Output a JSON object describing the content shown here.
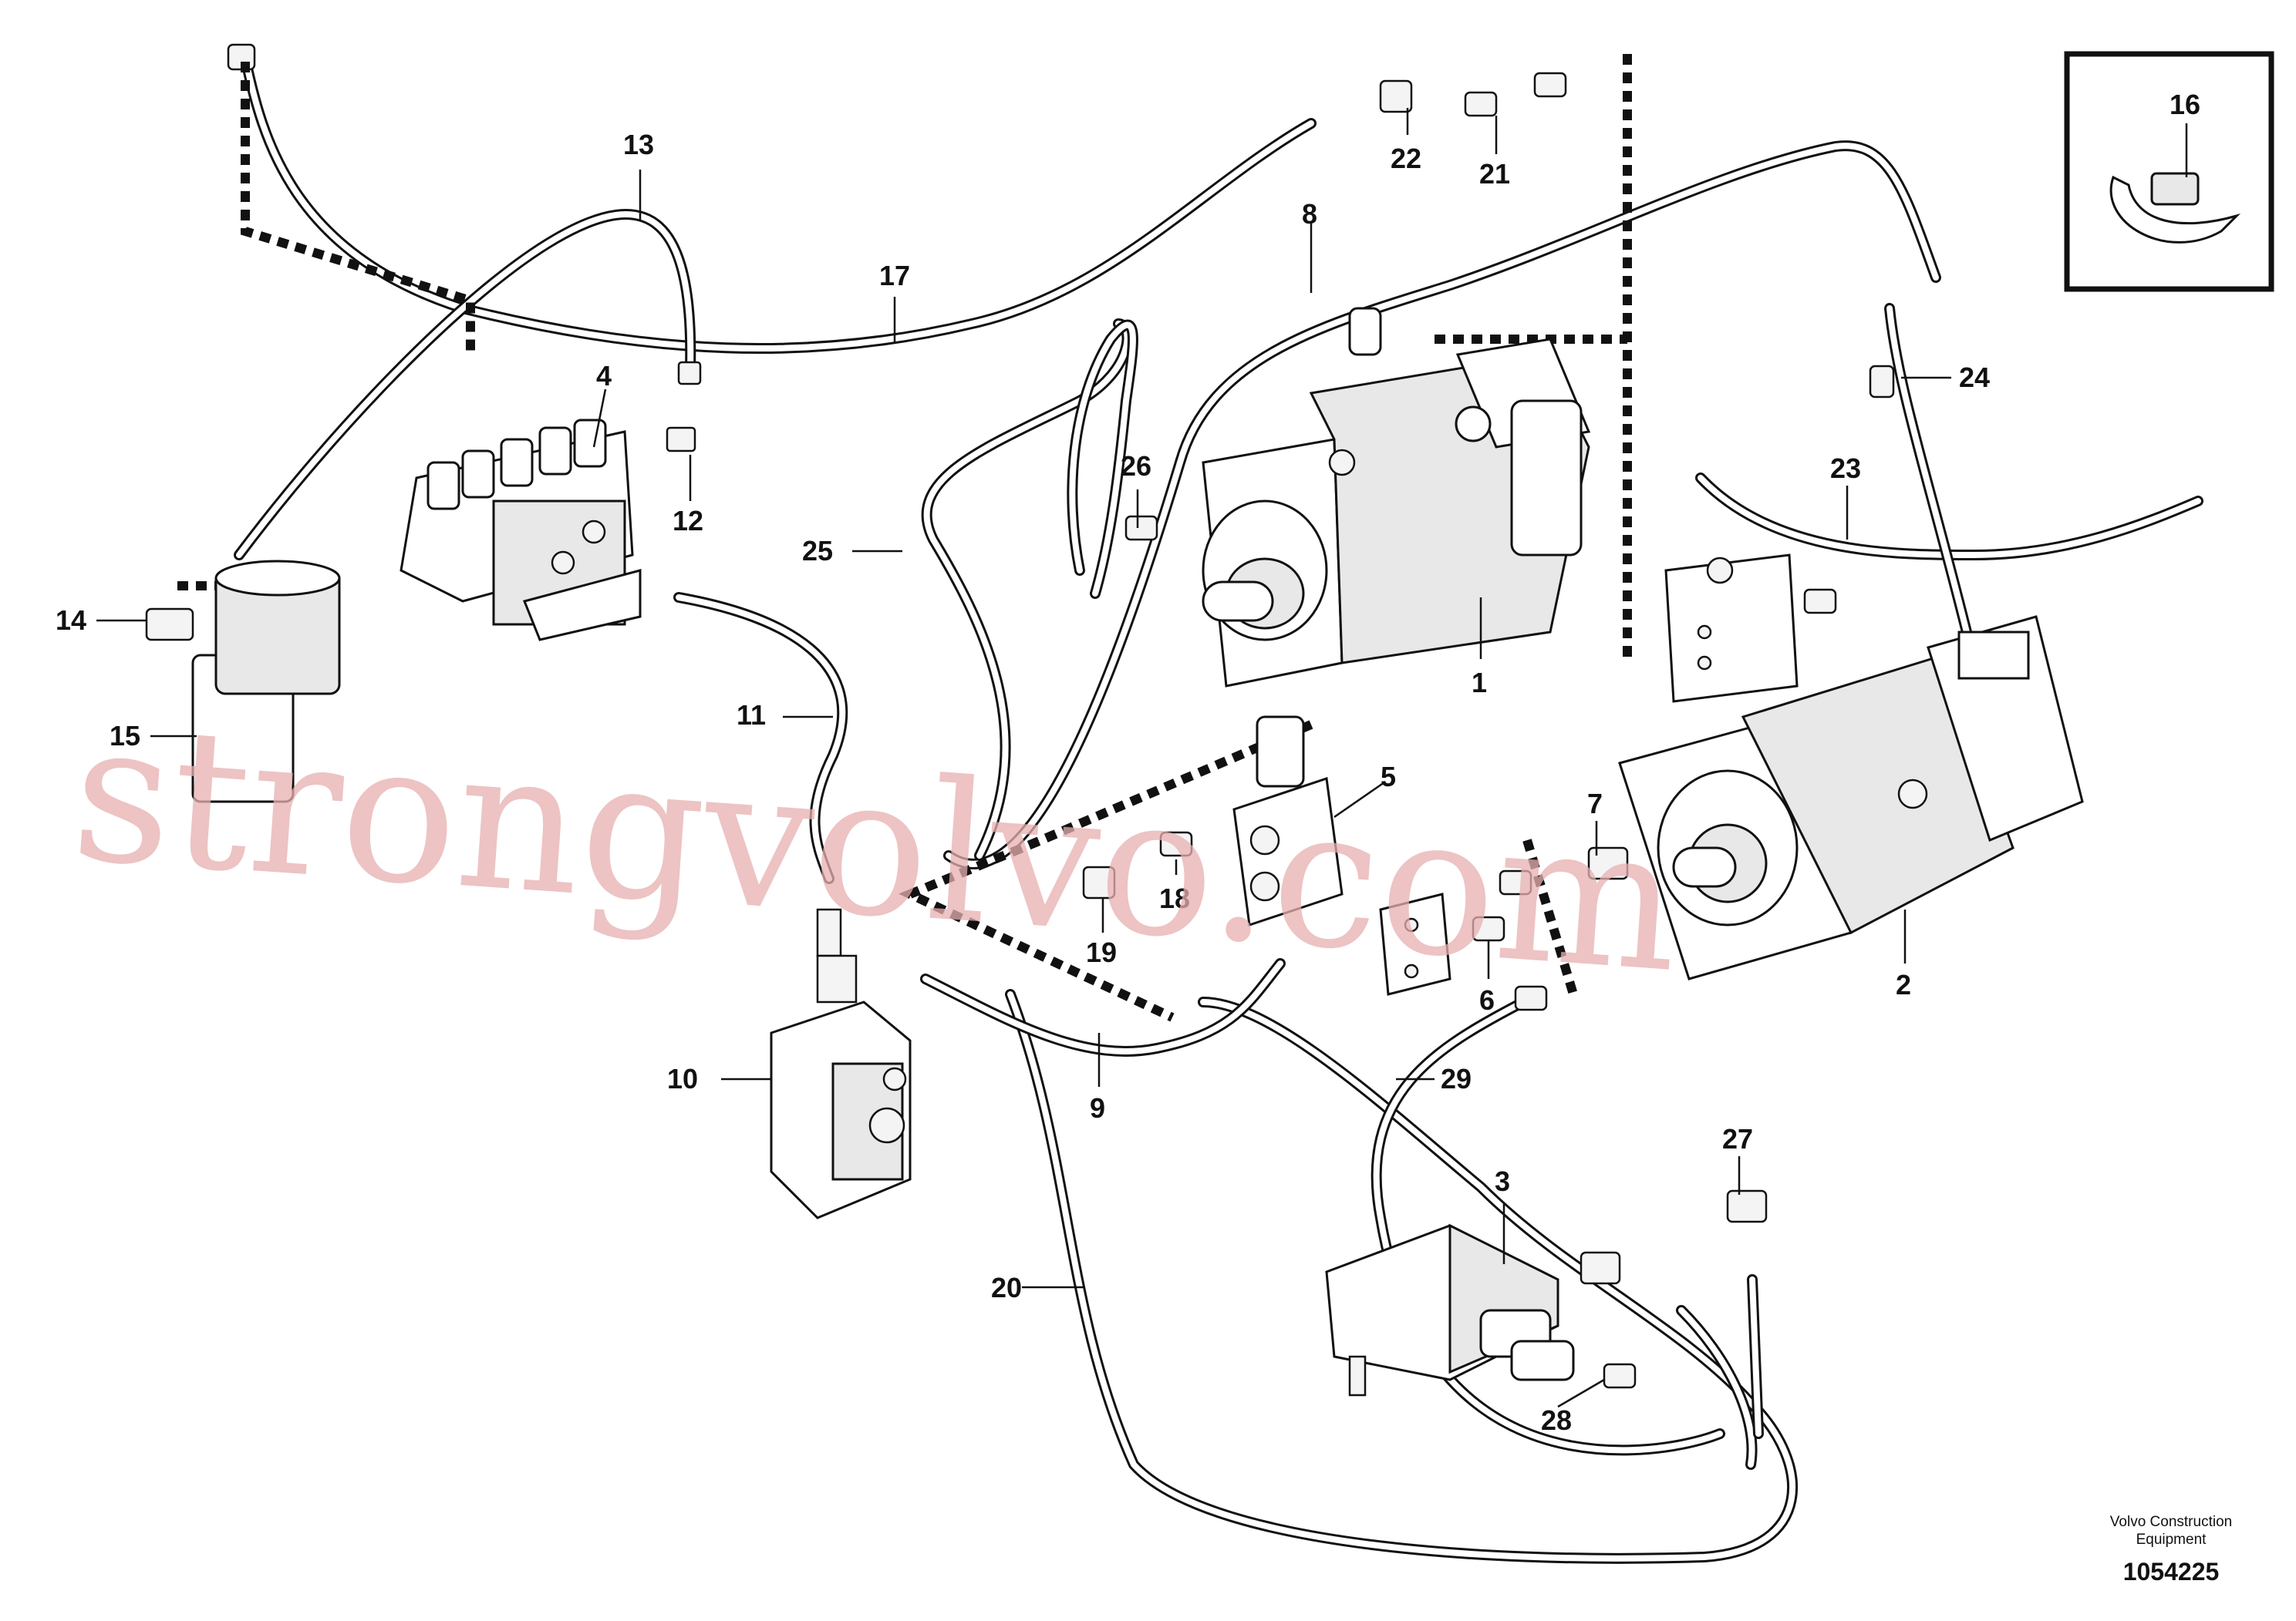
{
  "callouts": {
    "c1": "1",
    "c2": "2",
    "c3": "3",
    "c4": "4",
    "c5": "5",
    "c6": "6",
    "c7": "7",
    "c8": "8",
    "c9": "9",
    "c10": "10",
    "c11": "11",
    "c12": "12",
    "c13": "13",
    "c14": "14",
    "c15": "15",
    "c16": "16",
    "c17": "17",
    "c18": "18",
    "c19": "19",
    "c20": "20",
    "c21": "21",
    "c22": "22",
    "c23": "23",
    "c24": "24",
    "c25": "25",
    "c26": "26",
    "c27": "27",
    "c28": "28",
    "c29": "29"
  },
  "watermark": "strongvolvo.com",
  "footer": {
    "publisher_line1": "Volvo Construction",
    "publisher_line2": "Equipment",
    "drawing_number": "1054225"
  }
}
